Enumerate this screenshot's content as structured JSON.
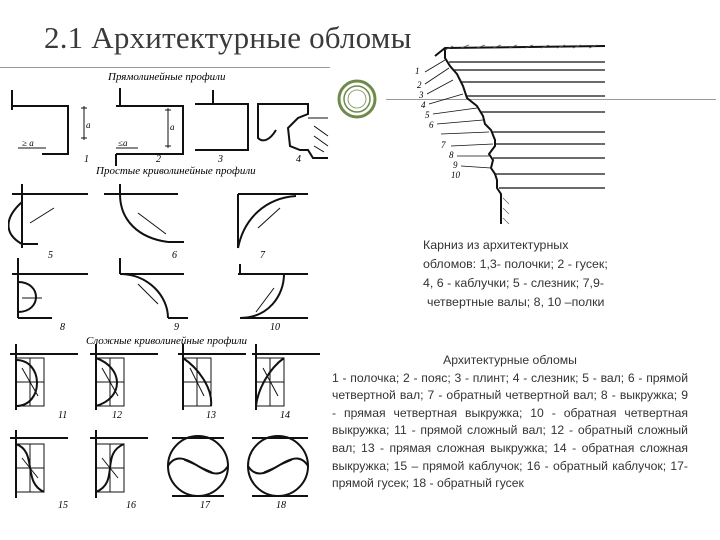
{
  "slide": {
    "title": "2.1 Архитектурные обломы"
  },
  "figure_left": {
    "heading_rect": "Прямолинейные профили",
    "heading_simple": "Простые криволинейные профили",
    "heading_complex": "Сложные криволинейные профили",
    "numbers": [
      "1",
      "2",
      "3",
      "4",
      "5",
      "6",
      "7",
      "8",
      "9",
      "10",
      "11",
      "12",
      "13",
      "14",
      "15",
      "16",
      "17",
      "18"
    ],
    "dim_a": "a",
    "dim_ge_a": "≥ a",
    "dim_le_a": "≤a"
  },
  "figure_right": {
    "numbers": [
      "1",
      "2",
      "3",
      "4",
      "5",
      "6",
      "7",
      "8",
      "9",
      "10"
    ]
  },
  "caption_cornice": {
    "lines": [
      "Карниз из архитектурных",
      "обломов: 1,3- полочки; 2 - гусек;",
      "4, 6 - каблучки; 5 - слезник; 7,9-",
      "четвертные валы; 8, 10 –полки"
    ]
  },
  "caption_moldings": {
    "heading": "Архитектурные обломы",
    "body": "1 - полочка; 2 - пояс; 3 - плинт; 4 - слезник; 5 - вал; 6 - прямой четвертной вал; 7 - обратный четвертной вал; 8 - выкружка; 9 - прямая четвертная выкружка; 10 - обратная четвертная выкружка; 11 - прямой сложный вал; 12 - обратный сложный вал; 13 - прямая сложная выкружка; 14 - обратная сложная выкружка; 15 – прямой каблучок; 16 - обратный каблучок; 17- прямой гусек; 18 - обратный гусек"
  },
  "colors": {
    "title": "#3a3a3a",
    "rule": "#9a9a9a",
    "badge": "#6f8b4a"
  }
}
